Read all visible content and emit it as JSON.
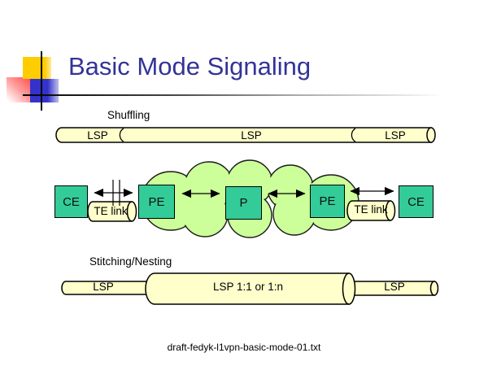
{
  "title": "Basic Mode Signaling",
  "shuffling": {
    "heading": "Shuffling",
    "lsp_labels": [
      "LSP",
      "LSP",
      "LSP"
    ]
  },
  "network": {
    "ce_left": "CE",
    "pe_left": "PE",
    "p": "P",
    "pe_right": "PE",
    "ce_right": "CE",
    "te_link_left": "TE link",
    "te_link_right": "TE link"
  },
  "stitching": {
    "heading": "Stitching/Nesting",
    "lsp_left": "LSP",
    "lsp_middle": "LSP 1:1 or 1:n",
    "lsp_right": "LSP"
  },
  "footer": "draft-fedyk-l1vpn-basic-mode-01.txt",
  "colors": {
    "title_text": "#333399",
    "node_fill": "#33CC99",
    "cloud_fill": "#CCFF99",
    "tube_fill": "#FFFFCC",
    "deco_yellow": "#FFCC00",
    "deco_blue": "#3333CC",
    "deco_red": "#FF4343"
  }
}
